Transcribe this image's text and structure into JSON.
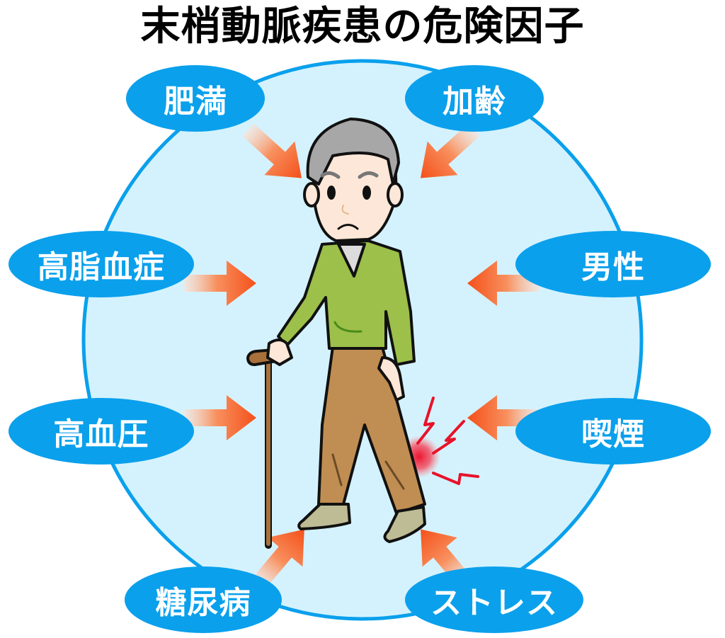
{
  "title": "末梢動脈疾患の危険因子",
  "colors": {
    "circle_fill": "#d4f2fd",
    "circle_stroke": "#0aa0ec",
    "pill_fill": "#0aa0ec",
    "arrow_start": "#fbd2bf",
    "arrow_end": "#f4501a",
    "sweater": "#9cc04a",
    "pants": "#c08e52",
    "shoes": "#bdbc94",
    "hair": "#a7a7a7",
    "skin": "#fde7d8",
    "pain": "#e8122a"
  },
  "risk_factors": [
    {
      "label": "肥満",
      "position": "top-left"
    },
    {
      "label": "加齢",
      "position": "top-right"
    },
    {
      "label": "高脂血症",
      "position": "middle-left-upper"
    },
    {
      "label": "男性",
      "position": "middle-right-upper"
    },
    {
      "label": "高血圧",
      "position": "middle-left-lower"
    },
    {
      "label": "喫煙",
      "position": "middle-right-lower"
    },
    {
      "label": "糖尿病",
      "position": "bottom-left"
    },
    {
      "label": "ストレス",
      "position": "bottom-right"
    }
  ],
  "figure": {
    "description": "elderly man with cane holding painful leg"
  }
}
